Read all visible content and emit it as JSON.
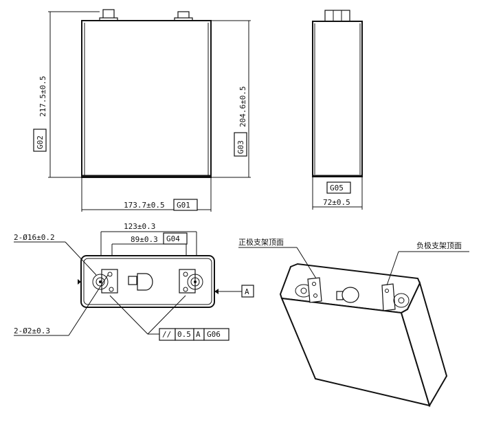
{
  "front_view": {
    "height_dim": "217.5±0.5",
    "height_code": "G02",
    "body_height_dim": "204.6±0.5",
    "body_height_code": "G03",
    "width_dim": "173.7±0.5",
    "width_code": "G01"
  },
  "side_view": {
    "thickness_code": "G05",
    "thickness_dim": "72±0.5"
  },
  "top_view": {
    "terminal_spacing_outer": "123±0.3",
    "terminal_spacing_inner": "89±0.3",
    "terminal_spacing_code": "G04",
    "hole_dia_large": "2-Ø16±0.2",
    "hole_dia_small": "2-Ø2±0.3",
    "datum_label": "A",
    "tolerance_symbol": "//",
    "tolerance_value": "0.5",
    "tolerance_datum": "A",
    "tolerance_code": "G06"
  },
  "iso_view": {
    "positive_label": "正极支架顶面",
    "negative_label": "负极支架顶面"
  }
}
